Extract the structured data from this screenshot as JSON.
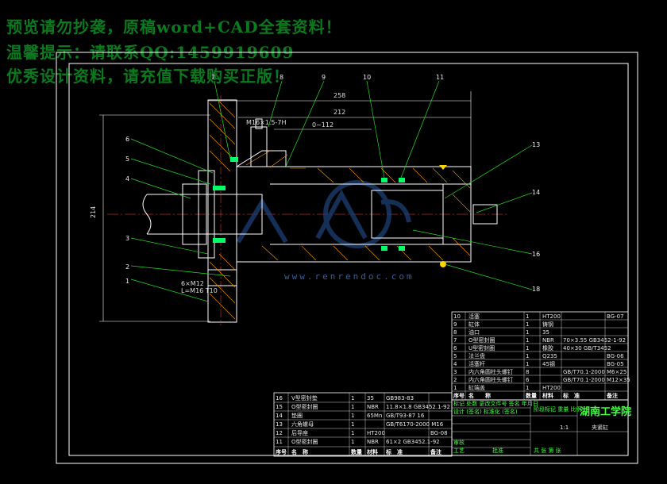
{
  "watermark": {
    "line1": "预览请勿抄袭，原稿word+CAD全套资料！",
    "line2": "温馨提示：请联系QQ:1459919609",
    "line3": "优秀设计资料，请充值下载购买正版！"
  },
  "logo": {
    "site": "www.renrendoc.com"
  },
  "balloons": [
    "1",
    "2",
    "3",
    "4",
    "5",
    "6",
    "7",
    "8",
    "9",
    "10",
    "11",
    "13",
    "14",
    "16",
    "18"
  ],
  "dimensions": {
    "overall": "258",
    "inner": "212",
    "stroke": "0~112",
    "thread_top": "M16×1.5-7H",
    "diameter": "214",
    "screw": "6×M12",
    "screw2": "L=M16 T10"
  },
  "parts_upper": [
    {
      "no": "10",
      "name": "活塞",
      "qty": "1",
      "mat": "HT200",
      "std": "",
      "note": "BG-07"
    },
    {
      "no": "9",
      "name": "缸体",
      "qty": "1",
      "mat": "铸钢",
      "std": "",
      "note": ""
    },
    {
      "no": "8",
      "name": "油口",
      "qty": "1",
      "mat": "35",
      "std": "",
      "note": ""
    },
    {
      "no": "7",
      "name": "O型密封圈",
      "qty": "1",
      "mat": "NBR",
      "std": "70×3.55 GB3452-1-92",
      "note": ""
    },
    {
      "no": "6",
      "name": "U型密封圈",
      "qty": "1",
      "mat": "橡胶",
      "std": "40×30 GB/T3452",
      "note": ""
    },
    {
      "no": "5",
      "name": "法兰盘",
      "qty": "1",
      "mat": "Q235",
      "std": "",
      "note": "BG-06"
    },
    {
      "no": "4",
      "name": "活塞杆",
      "qty": "1",
      "mat": "45钢",
      "std": "",
      "note": "BG-05"
    },
    {
      "no": "3",
      "name": "内六角圆柱头螺钉",
      "qty": "8",
      "mat": "",
      "std": "GB/T70.1-2000 M6×25",
      "note": ""
    },
    {
      "no": "2",
      "name": "内六角圆柱头螺钉",
      "qty": "6",
      "mat": "",
      "std": "GB/T70.1-2000 M12×35",
      "note": ""
    },
    {
      "no": "1",
      "name": "缸端盖",
      "qty": "1",
      "mat": "HT200",
      "std": "",
      "note": ""
    }
  ],
  "parts_upper_header": {
    "no": "序号",
    "name": "名　　称",
    "qty": "数量",
    "mat": "材料",
    "std": "标　准",
    "note": "备注"
  },
  "parts_lower": [
    {
      "no": "16",
      "name": "V型密封垫",
      "qty": "1",
      "mat": "35",
      "std": "GB983-83",
      "note": ""
    },
    {
      "no": "15",
      "name": "O型密封圈",
      "qty": "1",
      "mat": "NBR",
      "std": "11.8×1.8 GB3452.1-92",
      "note": ""
    },
    {
      "no": "14",
      "name": "垫圈",
      "qty": "1",
      "mat": "65Mn",
      "std": "GB/T93-87 16",
      "note": ""
    },
    {
      "no": "13",
      "name": "六角螺母",
      "qty": "1",
      "mat": "",
      "std": "GB/T6170-2000 M16",
      "note": ""
    },
    {
      "no": "12",
      "name": "后导座",
      "qty": "1",
      "mat": "HT200",
      "std": "",
      "note": "BG-08"
    },
    {
      "no": "11",
      "name": "O型密封圈",
      "qty": "1",
      "mat": "NBR",
      "std": "61×2 GB3452.1-92",
      "note": ""
    }
  ],
  "parts_lower_header": {
    "no": "序号",
    "name": "名　称",
    "qty": "数量",
    "mat": "材料",
    "std": "标　准",
    "note": "备注"
  },
  "title_block": {
    "school": "湖南工学院",
    "drawing": "夹紧缸",
    "scale": "1:1",
    "r1": "标记 处数 更改文件号 签名 年月日",
    "r2": "设计 (签名) 标准化 (签名)",
    "r3": "审核",
    "r4": "工艺",
    "stage": "阶段标记 重量 比例",
    "sheet": "共 张 第 张",
    "approve": "批准"
  }
}
